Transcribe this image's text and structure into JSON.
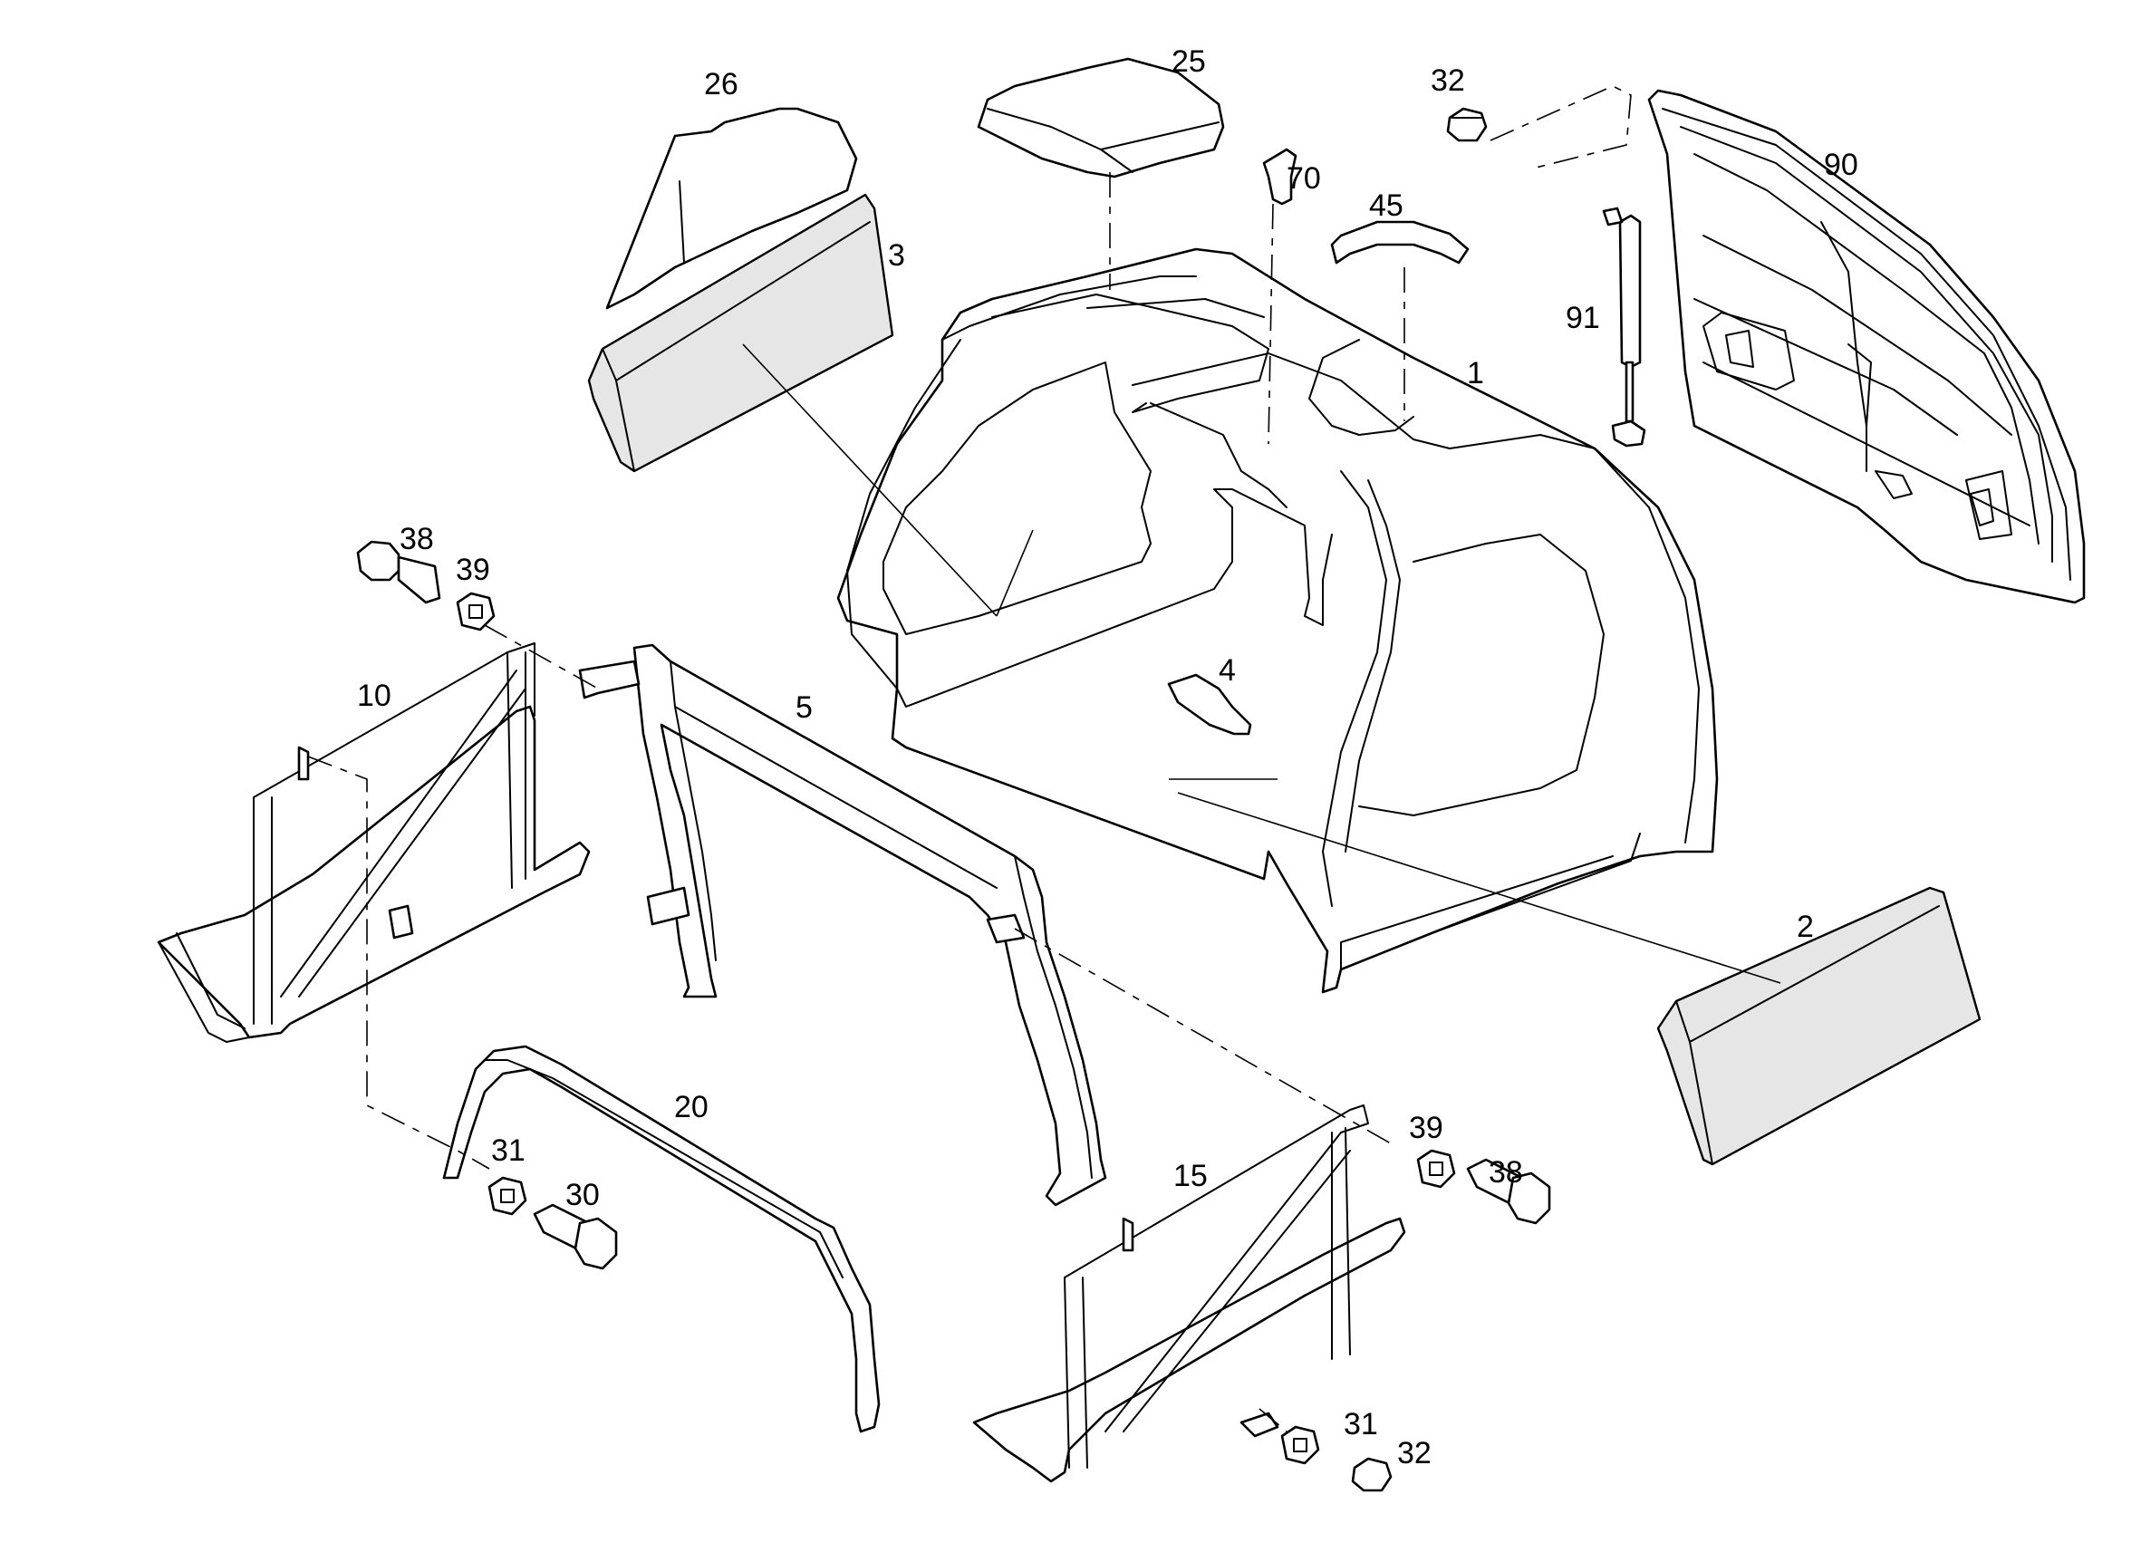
{
  "diagram": {
    "callouts": [
      {
        "id": "c26",
        "text": "26"
      },
      {
        "id": "c25",
        "text": "25"
      },
      {
        "id": "c32a",
        "text": "32"
      },
      {
        "id": "c90",
        "text": "90"
      },
      {
        "id": "c70",
        "text": "70"
      },
      {
        "id": "c45",
        "text": "45"
      },
      {
        "id": "c3",
        "text": "3"
      },
      {
        "id": "c91",
        "text": "91"
      },
      {
        "id": "c1",
        "text": "1"
      },
      {
        "id": "c38a",
        "text": "38"
      },
      {
        "id": "c39a",
        "text": "39"
      },
      {
        "id": "c10",
        "text": "10"
      },
      {
        "id": "c4",
        "text": "4"
      },
      {
        "id": "c5",
        "text": "5"
      },
      {
        "id": "c2",
        "text": "2"
      },
      {
        "id": "c20",
        "text": "20"
      },
      {
        "id": "c39b",
        "text": "39"
      },
      {
        "id": "c38b",
        "text": "38"
      },
      {
        "id": "c31a",
        "text": "31"
      },
      {
        "id": "c30",
        "text": "30"
      },
      {
        "id": "c15",
        "text": "15"
      },
      {
        "id": "c31b",
        "text": "31"
      },
      {
        "id": "c32b",
        "text": "32"
      }
    ]
  }
}
